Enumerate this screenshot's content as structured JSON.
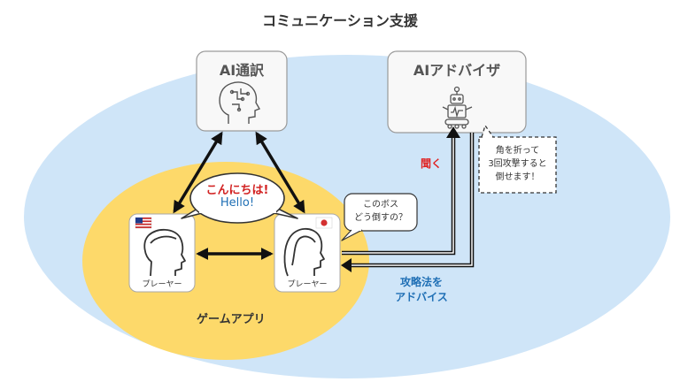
{
  "title": "コミュニケーション支援",
  "ai_translator": {
    "label": "AI通訳",
    "icon": "brain-circuit-icon"
  },
  "ai_advisor": {
    "label": "AIアドバイザ",
    "icon": "robot-icon"
  },
  "game_app": {
    "label": "ゲームアプリ"
  },
  "player_us": {
    "label": "プレーヤー",
    "flag": "us-flag-icon"
  },
  "player_jp": {
    "label": "プレーヤー",
    "flag": "japan-flag-icon"
  },
  "greeting": {
    "japanese": "こんにちは!",
    "english": "Hello!"
  },
  "question_bubble": {
    "line1": "このボス",
    "line2": "どう倒すの？"
  },
  "tip_bubble": {
    "line1": "角を折って",
    "line2": "3回攻撃すると",
    "line3": "倒せます！"
  },
  "listen_label": "聞く",
  "advice_label": {
    "line1": "攻略法を",
    "line2": "アドバイス"
  },
  "colors": {
    "outer_ellipse": "#cfe5f8",
    "game_ellipse": "#fdd96a",
    "accent_red": "#e02424",
    "accent_blue": "#1f6fb5"
  }
}
